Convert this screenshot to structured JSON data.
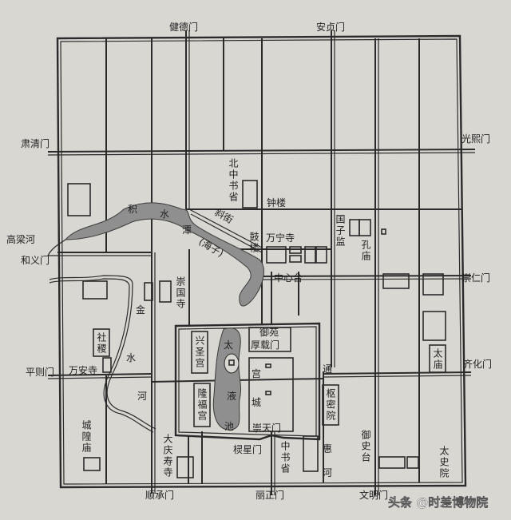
{
  "gates": {
    "jiande": "健德门",
    "anzhen": "安贞门",
    "suqing": "肃清门",
    "guangxi": "光熙门",
    "heyi": "和义门",
    "chongren": "崇仁门",
    "pingze": "平则门",
    "qihua": "齐化门",
    "shuncheng": "顺承门",
    "lizheng": "丽正门",
    "wenming": "文明门"
  },
  "water": {
    "gaolianghe": "高梁河",
    "jishuitan_1": "积",
    "jishuitan_2": "水",
    "jishuitan_3": "潭",
    "haizi": "(海子)",
    "jinshuihe_1": "金",
    "jinshuihe_2": "水",
    "jinshuihe_3": "河",
    "taiyechi_1": "太",
    "taiyechi_2": "液",
    "taiyechi_3": "池",
    "tonghuihe_1": "通",
    "tonghuihe_2": "惠",
    "tonghuihe_3": "河"
  },
  "places": {
    "bei_zhongshusheng": "北中书省",
    "zhonglou": "钟楼",
    "xiejie": "斜街",
    "gulou": "鼓楼",
    "wanningsi": "万宁寺",
    "guozijian": "国子监",
    "kongmiao": "孔庙",
    "zhongxintai": "中心台",
    "chongguosi": "崇国寺",
    "sheji": "社稷",
    "wanansi": "万安寺",
    "chenghuangmiao": "城隍庙",
    "daqingshousi": "大庆寿寺",
    "xingshenggong": "兴圣宫",
    "longfugong": "隆福宫",
    "yuyuan": "御苑",
    "houzaimen": "厚载门",
    "gongcheng_1": "宫",
    "gongcheng_2": "城",
    "chongtianmen": "崇天门",
    "lingxingmen": "棂星门",
    "zhongshusheng": "中书省",
    "shumiyuan": "枢密院",
    "yushitai": "御史台",
    "taimiao": "太庙",
    "taishiyuan": "太史院"
  },
  "watermark": "头条 @时差博物院",
  "colors": {
    "paper": "#d9d7d2",
    "ink": "#2b2b2b",
    "water": "#8f8f8f"
  }
}
